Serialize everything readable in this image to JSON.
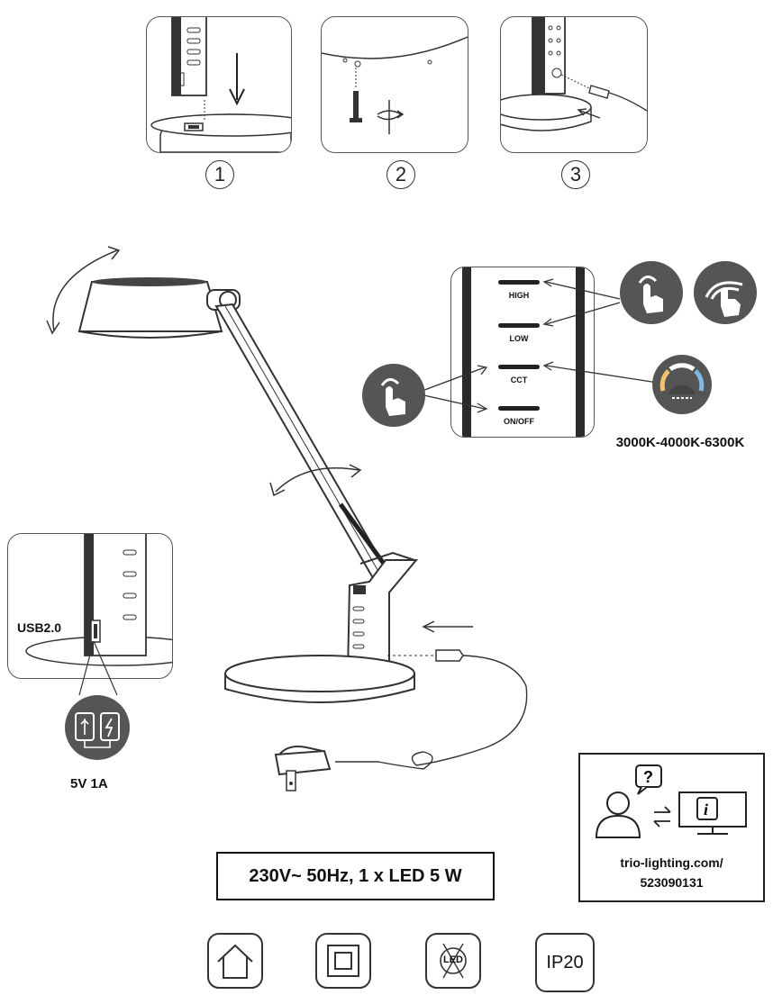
{
  "steps": [
    {
      "number": "1"
    },
    {
      "number": "2"
    },
    {
      "number": "3"
    }
  ],
  "control_panel": {
    "buttons": [
      "HIGH",
      "LOW",
      "CCT",
      "ON/OFF"
    ],
    "cct_range": "3000K-4000K-6300K"
  },
  "usb": {
    "port_label": "USB2.0",
    "output_label": "5V 1A"
  },
  "spec": {
    "text": "230V~ 50Hz, 1 x LED 5 W"
  },
  "info": {
    "url_line1": "trio-lighting.com/",
    "url_line2": "523090131"
  },
  "symbols": {
    "led_label": "LED",
    "ip_label": "IP20"
  },
  "colors": {
    "dark_gray": "#555555",
    "panel_black": "#222222",
    "cct_warm": "#f2c36b",
    "cct_cool": "#7fb8e0"
  }
}
